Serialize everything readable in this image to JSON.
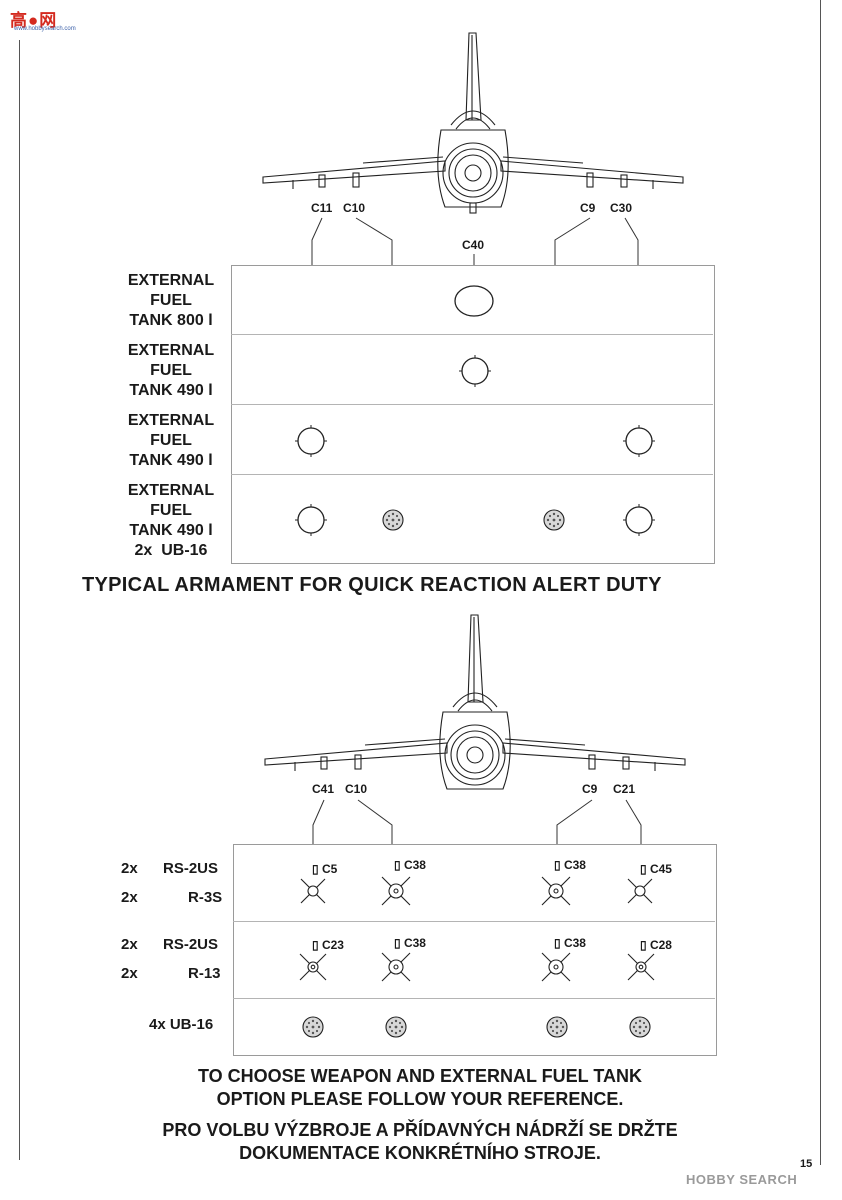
{
  "logo": {
    "text": "高●网",
    "url": "www.hobbysearch.com"
  },
  "section1": {
    "callouts": [
      "C11",
      "C10",
      "C40",
      "C9",
      "C30"
    ],
    "rows": [
      {
        "label": "EXTERNAL\nFUEL\nTANK 800 l"
      },
      {
        "label": "EXTERNAL\nFUEL\nTANK 490 l"
      },
      {
        "label": "EXTERNAL\nFUEL\nTANK 490 l"
      },
      {
        "label": "EXTERNAL\nFUEL\nTANK 490 l\n2x  UB-16"
      }
    ],
    "heading": "TYPICAL ARMAMENT FOR QUICK REACTION ALERT DUTY"
  },
  "section2": {
    "callouts": [
      "C41",
      "C10",
      "C9",
      "C21"
    ],
    "rows": [
      {
        "left": [
          "2x",
          "2x"
        ],
        "right": [
          "RS-2US",
          "R-3S"
        ],
        "parts": [
          "C5",
          "C38",
          "C38",
          "C45"
        ]
      },
      {
        "left": [
          "2x",
          "2x"
        ],
        "right": [
          "RS-2US",
          "R-13"
        ],
        "parts": [
          "C23",
          "C38",
          "C38",
          "C28"
        ]
      },
      {
        "label": "4x  UB-16"
      }
    ]
  },
  "notes": [
    "TO CHOOSE WEAPON AND EXTERNAL FUEL TANK",
    "OPTION PLEASE FOLLOW YOUR REFERENCE.",
    "PRO VOLBU VÝZBROJE A PŘÍDAVNÝCH NÁDRŽÍ SE DRŽTE",
    "DOKUMENTACE KONKRÉTNÍHO STROJE."
  ],
  "page_number": "15",
  "watermark": "HOBBY SEARCH",
  "icons": [
    "aircraft-front-view",
    "fuel-tank-icon",
    "rocket-pod-icon",
    "missile-icon",
    "part-marker-icon"
  ]
}
